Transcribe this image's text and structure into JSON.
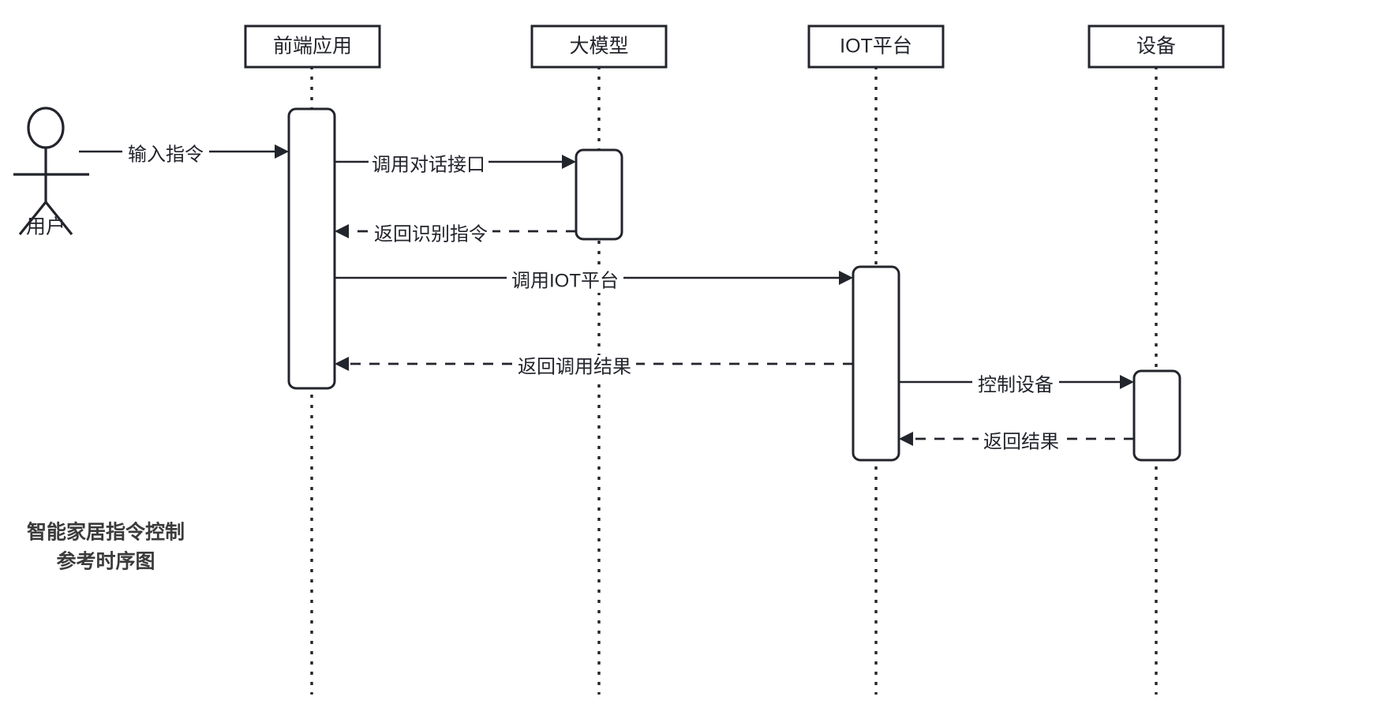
{
  "diagram": {
    "kind": "uml-sequence-diagram",
    "caption": {
      "line1": "智能家居指令控制",
      "line2": "参考时序图"
    },
    "actor": {
      "name": "用户",
      "icon": "stick-figure-actor-icon"
    },
    "participants": [
      {
        "id": "frontend",
        "label": "前端应用"
      },
      {
        "id": "llm",
        "label": "大模型"
      },
      {
        "id": "iot",
        "label": "IOT平台"
      },
      {
        "id": "device",
        "label": "设备"
      }
    ],
    "messages": [
      {
        "id": "m1",
        "label": "输入指令",
        "from": "用户",
        "to": "前端应用",
        "style": "solid",
        "direction": "right"
      },
      {
        "id": "m2",
        "label": "调用对话接口",
        "from": "前端应用",
        "to": "大模型",
        "style": "solid",
        "direction": "right"
      },
      {
        "id": "m3",
        "label": "返回识别指令",
        "from": "大模型",
        "to": "前端应用",
        "style": "dashed",
        "direction": "left"
      },
      {
        "id": "m4",
        "label": "调用IOT平台",
        "from": "前端应用",
        "to": "IOT平台",
        "style": "solid",
        "direction": "right"
      },
      {
        "id": "m5",
        "label": "返回调用结果",
        "from": "IOT平台",
        "to": "前端应用",
        "style": "dashed",
        "direction": "left"
      },
      {
        "id": "m6",
        "label": "控制设备",
        "from": "IOT平台",
        "to": "设备",
        "style": "solid",
        "direction": "right"
      },
      {
        "id": "m7",
        "label": "返回结果",
        "from": "设备",
        "to": "IOT平台",
        "style": "dashed",
        "direction": "left"
      }
    ],
    "colors": {
      "stroke": "#23252c",
      "background": "#ffffff",
      "caption": "#3b3b3b"
    }
  }
}
